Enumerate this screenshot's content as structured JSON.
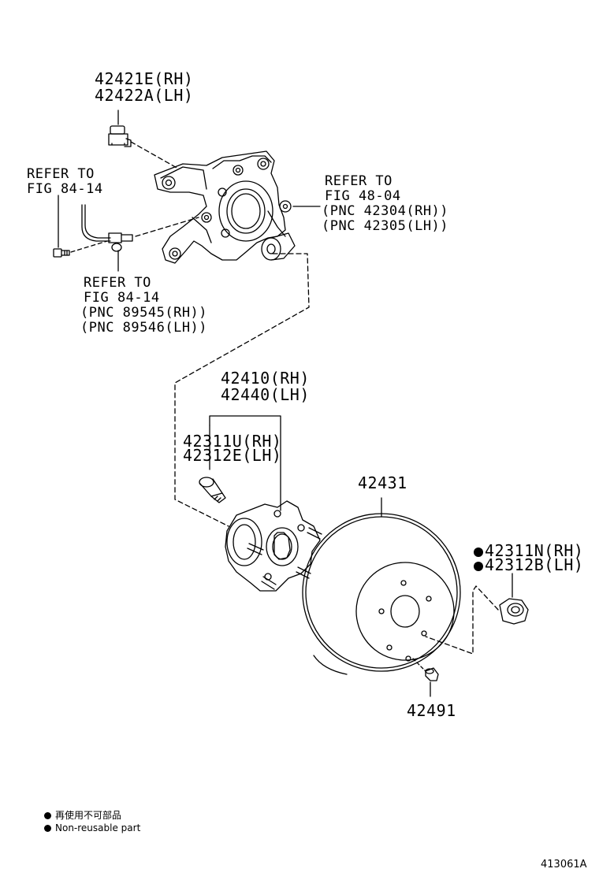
{
  "labels": {
    "bolt_42421": [
      "42421E(RH)",
      "42422A(LH)"
    ],
    "refer_sensor_top": [
      "REFER TO",
      "FIG 84-14"
    ],
    "refer_knuckle": [
      "REFER TO",
      "FIG 48-04",
      "(PNC 42304(RH))",
      "(PNC 42305(LH))"
    ],
    "refer_sensor": [
      "REFER TO",
      "FIG 84-14",
      "(PNC 89545(RH))",
      "(PNC 89546(LH))"
    ],
    "hub_42410": [
      "42410(RH)",
      "42440(LH)"
    ],
    "hub_bolt_42311": [
      "42311U(RH)",
      "42312E(LH)"
    ],
    "disc_42431": "42431",
    "nut_42311": [
      "42311N(RH)",
      "42312B(LH)"
    ],
    "plug_42491": "42491"
  },
  "legend": {
    "japanese": "再使用不可部品",
    "english": "Non-reusable part"
  },
  "figure_id": "413061A"
}
